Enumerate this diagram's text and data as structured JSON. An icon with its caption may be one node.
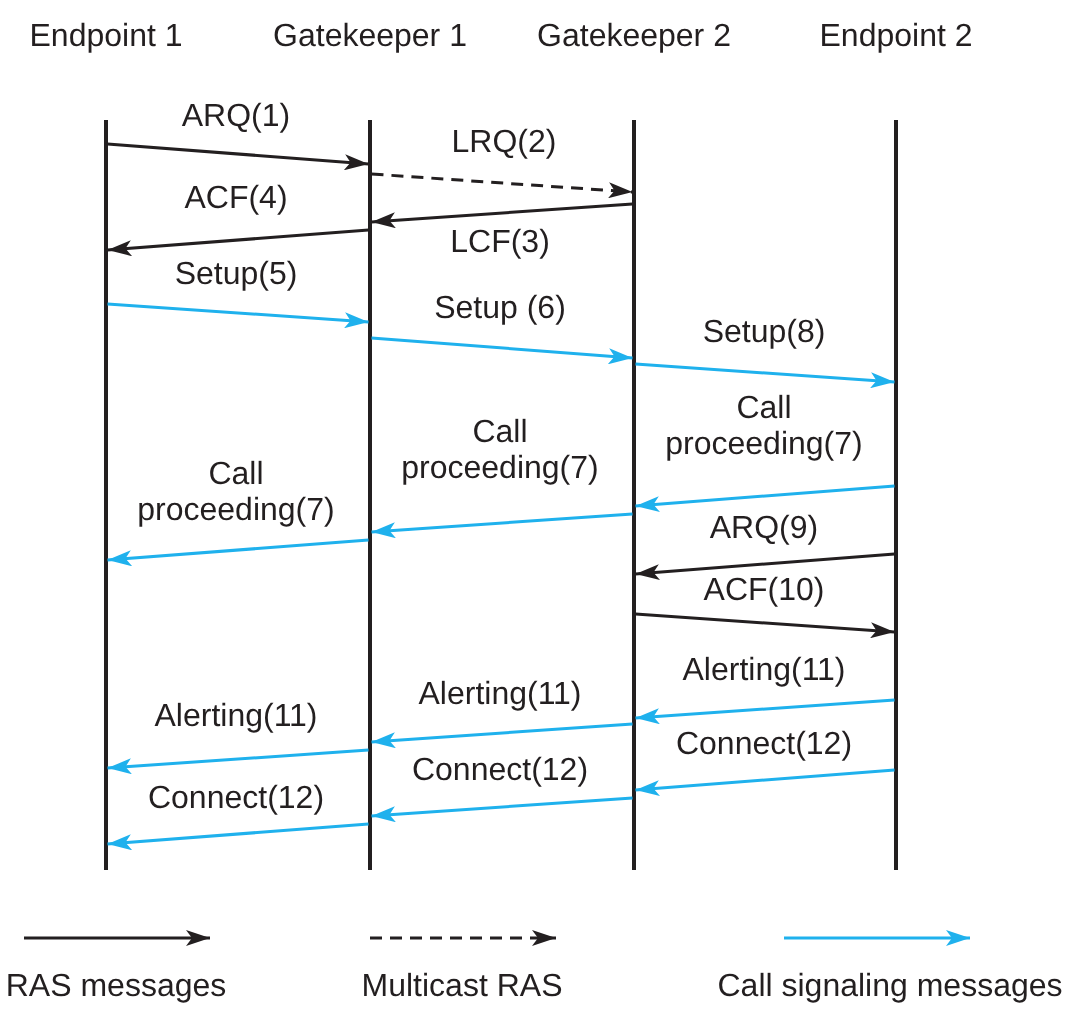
{
  "diagram": {
    "nodes": [
      {
        "text": [
          "Endpoint 1"
        ]
      },
      {
        "text": [
          "Gatekeeper 1"
        ]
      },
      {
        "text": [
          "Gatekeeper 2"
        ]
      },
      {
        "text": [
          "Endpoint 2"
        ]
      },
      {
        "text": [],
        "shape": "bar"
      },
      {
        "text": [],
        "shape": "bar"
      },
      {
        "text": [],
        "shape": "bar"
      },
      {
        "text": [],
        "shape": "bar"
      }
    ],
    "edges": [
      {
        "from": 4,
        "to": 5,
        "arrow": "to",
        "label": "ARQ(1)",
        "color": "#231f20"
      },
      {
        "from": 5,
        "to": 6,
        "arrow": "to",
        "label": "LRQ(2)",
        "style": "dashed",
        "color": "#231f20"
      },
      {
        "from": 6,
        "to": 5,
        "arrow": "to",
        "label": "LCF(3)",
        "color": "#231f20"
      },
      {
        "from": 5,
        "to": 4,
        "arrow": "to",
        "label": "ACF(4)",
        "color": "#231f20"
      },
      {
        "from": 4,
        "to": 5,
        "arrow": "to",
        "label": "Setup(5)"
      },
      {
        "from": 5,
        "to": 6,
        "arrow": "to",
        "label": "Setup (6)"
      },
      {
        "from": 6,
        "to": 7,
        "arrow": "to",
        "label": "Setup(8)"
      },
      {
        "from": 7,
        "to": 6,
        "arrow": "to",
        "label": "Call proceeding(7)"
      },
      {
        "from": 6,
        "to": 5,
        "arrow": "to",
        "label": "Call proceeding(7)"
      },
      {
        "from": 5,
        "to": 4,
        "arrow": "to",
        "label": "Call proceeding(7)"
      },
      {
        "from": 7,
        "to": 6,
        "arrow": "to",
        "label": "ARQ(9)",
        "color": "#231f20"
      },
      {
        "from": 6,
        "to": 7,
        "arrow": "to",
        "label": "ACF(10)",
        "color": "#231f20"
      },
      {
        "from": 7,
        "to": 6,
        "arrow": "to",
        "label": "Alerting(11)"
      },
      {
        "from": 6,
        "to": 5,
        "arrow": "to",
        "label": "Alerting(11)"
      },
      {
        "from": 5,
        "to": 4,
        "arrow": "to",
        "label": "Alerting(11)"
      },
      {
        "from": 7,
        "to": 6,
        "arrow": "to",
        "label": "Connect(12)"
      },
      {
        "from": 6,
        "to": 5,
        "arrow": "to",
        "label": "Connect(12)"
      },
      {
        "from": 5,
        "to": 4,
        "arrow": "to",
        "label": "Connect(12)"
      }
    ],
    "legend": [
      {
        "text": "RAS messages"
      },
      {
        "text": "Multicast RAS"
      },
      {
        "text": "Call signaling messages"
      }
    ]
  }
}
